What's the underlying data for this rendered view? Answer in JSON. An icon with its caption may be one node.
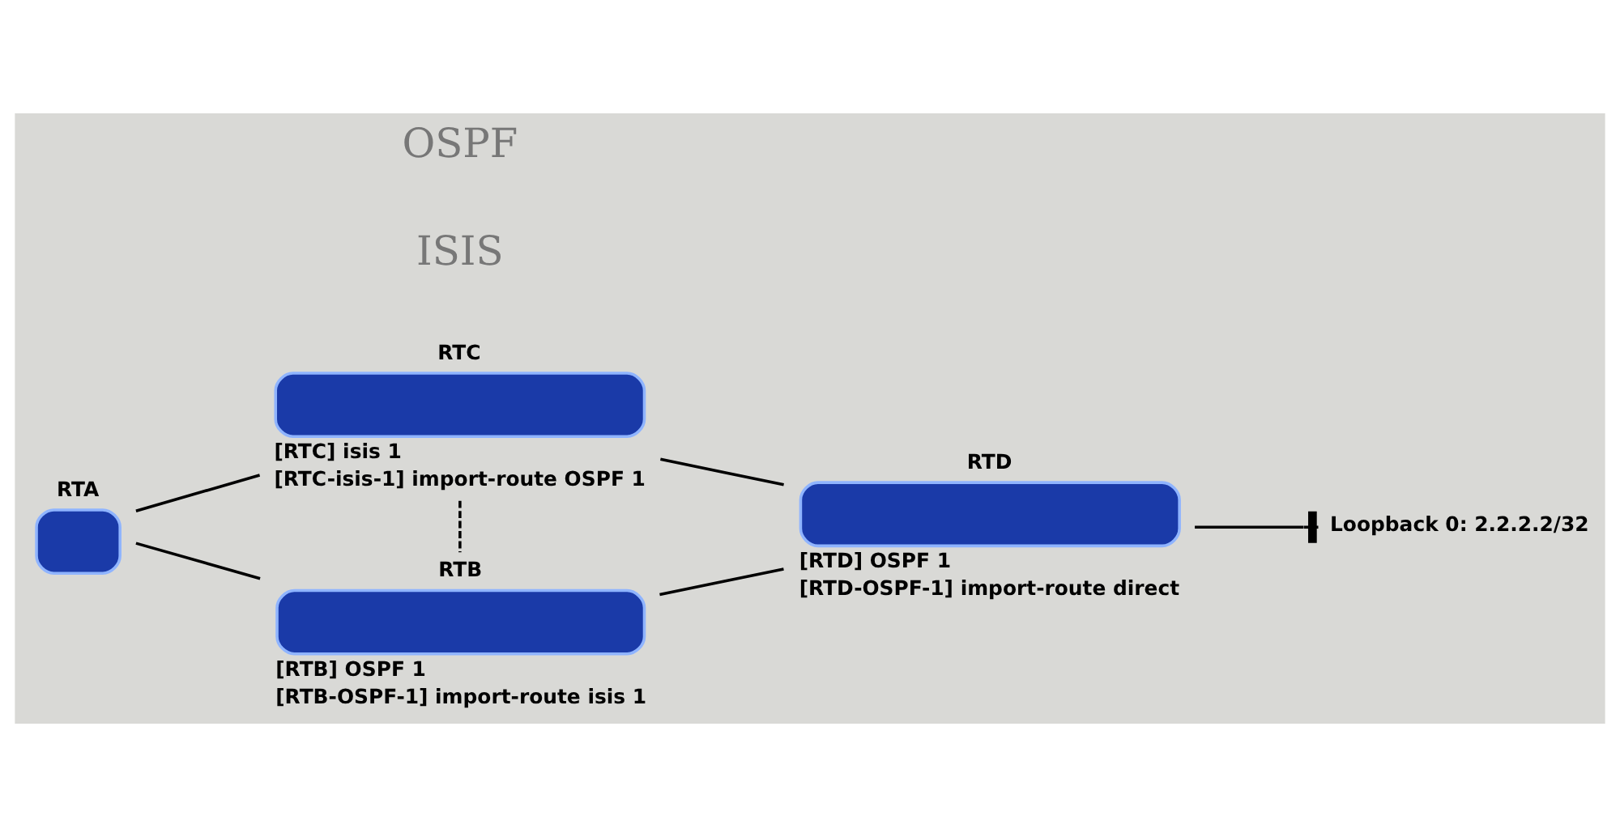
{
  "diagram": {
    "nodes": [
      {
        "text": [
          "RTC"
        ],
        "beside": [
          "[RTC] isis 1",
          "[RTC-isis-1] import-route OSPF 1"
        ]
      },
      {
        "text": [
          "RTA"
        ]
      },
      {
        "text": [
          "RTD"
        ],
        "beside": [
          "[RTD] OSPF 1",
          "[RTD-OSPF-1] import-route direct"
        ]
      },
      {
        "text": [
          "Loopback 0: 2.2.2.2/32"
        ]
      },
      {
        "text": [
          "RTB"
        ],
        "beside": [
          "[RTB] OSPF 1",
          "[RTB-OSPF-1] import-route isis 1"
        ]
      }
    ],
    "edges": [
      {
        "from": 1,
        "to": 0,
        "arrow": "none"
      },
      {
        "from": 0,
        "to": 2,
        "arrow": "none"
      },
      {
        "from": 0,
        "to": 4,
        "arrow": "none",
        "style": "dashed"
      },
      {
        "from": 1,
        "to": 4,
        "arrow": "none"
      },
      {
        "from": 4,
        "to": 2,
        "arrow": "none"
      },
      {
        "from": 2,
        "to": 3,
        "arrow": "other"
      }
    ],
    "labels": [
      "ISIS",
      "OSPF"
    ]
  }
}
